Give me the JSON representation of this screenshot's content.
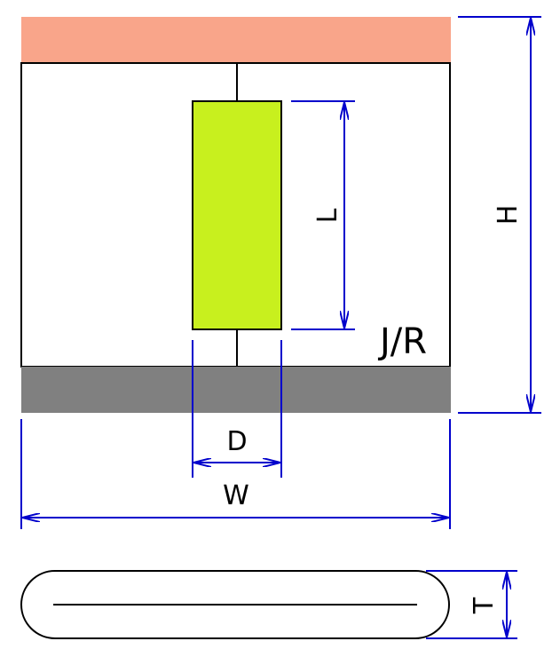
{
  "labels": {
    "length": "L",
    "height": "H",
    "diameter": "D",
    "width": "W",
    "thickness": "T",
    "jelly_roll": "J/R"
  },
  "colors": {
    "top_cover": "#f9a58a",
    "bottom_base": "#808080",
    "core_block": "#c8f01e",
    "dimension_lines": "#0000cc",
    "outline": "#000000"
  }
}
